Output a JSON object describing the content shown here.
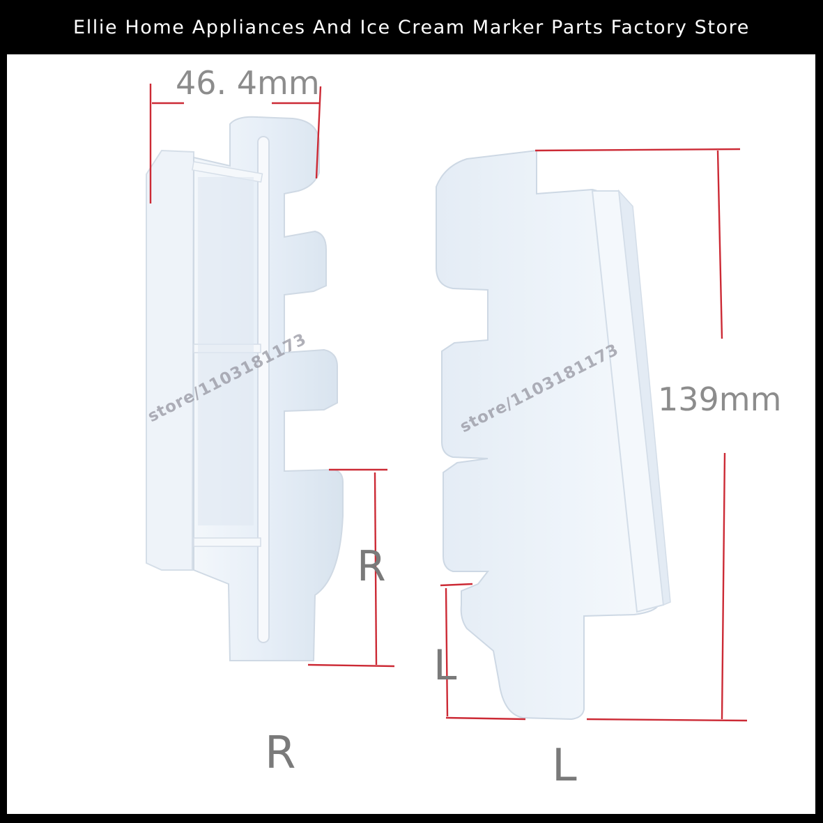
{
  "banner": {
    "title": "Ellie Home Appliances And Ice Cream Marker Parts Factory Store"
  },
  "dimensions": {
    "width_label": "46. 4mm",
    "length_label": "139mm"
  },
  "part_labels": {
    "right_small": "R",
    "left_small": "L",
    "right_big": "R",
    "left_big": "L"
  },
  "watermarks": {
    "left": "store/1103181173",
    "right": "store/1103181173"
  },
  "colors": {
    "background": "#000000",
    "photo_background": "#ffffff",
    "part_color": "#e8f0f8",
    "dimension_line": "#cc2a35",
    "label_gray": "#8c8c8c"
  }
}
